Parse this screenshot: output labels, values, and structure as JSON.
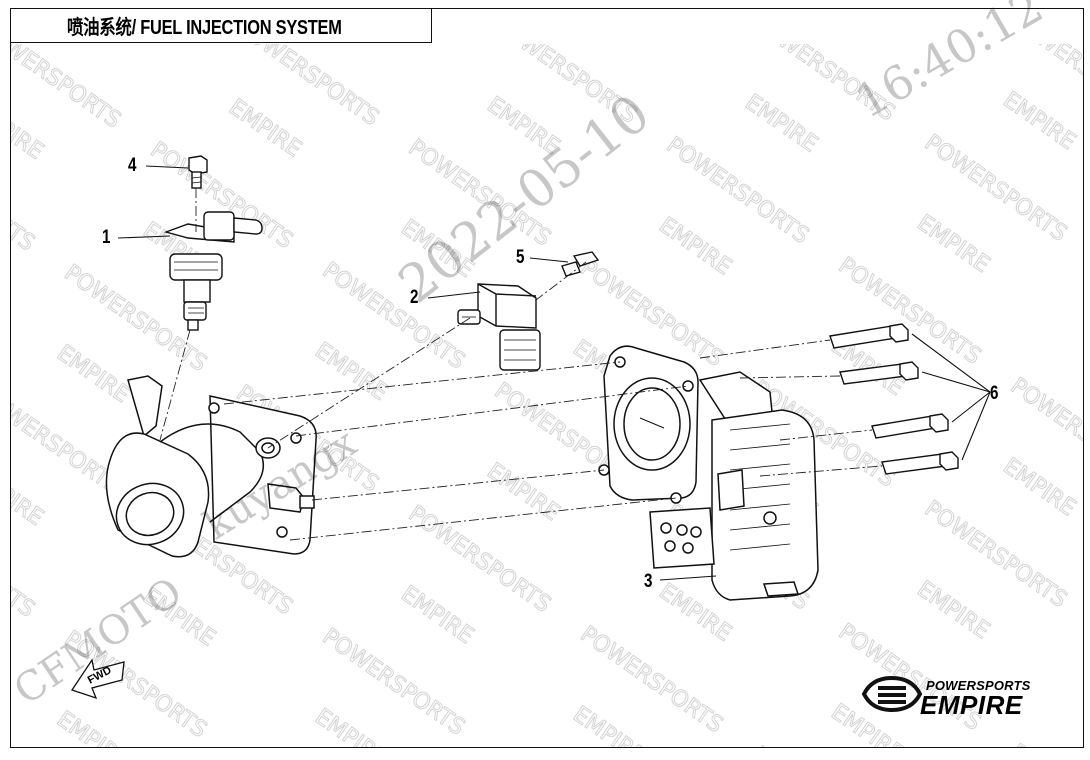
{
  "title": "喷油系统/ FUEL INJECTION SYSTEM",
  "callouts": [
    {
      "label": "1"
    },
    {
      "label": "2"
    },
    {
      "label": "3"
    },
    {
      "label": "4"
    },
    {
      "label": "5"
    },
    {
      "label": "6"
    }
  ],
  "fwd_label": "FWD",
  "watermark": {
    "date": "2022-05-10",
    "time": "16:40:12",
    "user": "kuyangx",
    "brand": "CFMOTO",
    "pattern_words": [
      "POWERSPORTS",
      "EMPIRE"
    ]
  },
  "logo": {
    "line1": "POWERSPORTS",
    "line2": "EMPIRE"
  },
  "colors": {
    "line": "#111111",
    "watermark": "#bdbdbd",
    "background": "#ffffff"
  }
}
